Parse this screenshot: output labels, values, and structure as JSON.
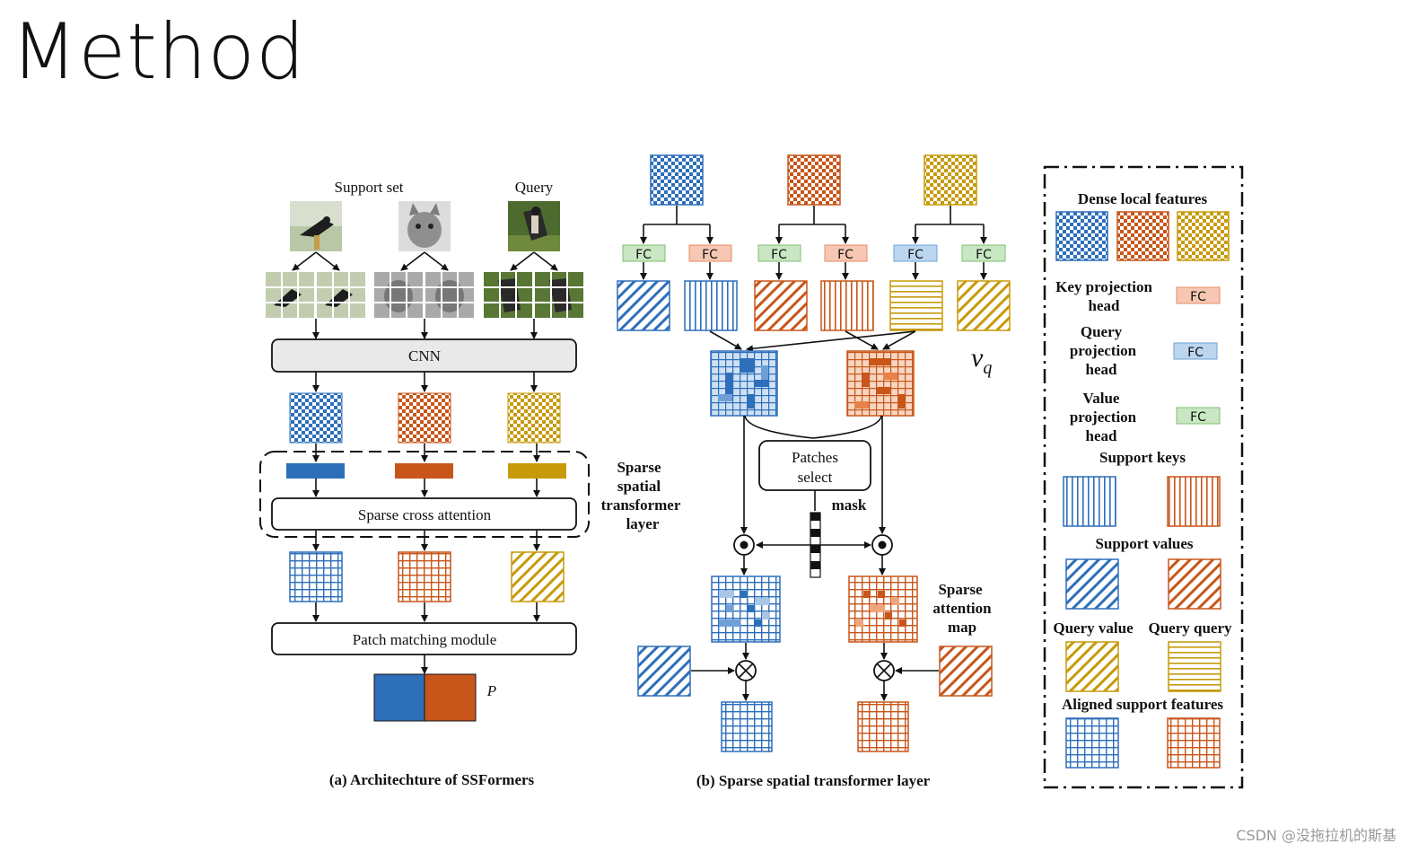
{
  "slide": {
    "title": "Method",
    "watermark": "CSDN @没拖拉机的斯基"
  },
  "colors": {
    "blue": "#2e6fba",
    "orange": "#c8561a",
    "gold": "#c79a0a",
    "fc_red": "#f7c7b3",
    "fc_blue": "#bcd6ef",
    "fc_green": "#c9e7c2"
  },
  "panel_a": {
    "support_set_label": "Support set",
    "query_label": "Query",
    "cnn_label": "CNN",
    "sparse_cross_attention_label": "Sparse cross attention",
    "sst_layer_label_1": "Sparse",
    "sst_layer_label_2": "spatial",
    "sst_layer_label_3": "transformer",
    "sst_layer_label_4": "layer",
    "patch_matching_label": "Patch matching module",
    "p_label": "P",
    "caption": "(a) Architechture of SSFormers"
  },
  "panel_b": {
    "fc_label": "FC",
    "patches_select_1": "Patches",
    "patches_select_2": "select",
    "mask_label": "mask",
    "vq_label": "v",
    "vq_sub": "q",
    "sparse_attention_1": "Sparse",
    "sparse_attention_2": "attention",
    "sparse_attention_3": "map",
    "caption": "(b) Sparse spatial transformer layer"
  },
  "legend": {
    "dense_local_features": "Dense local features",
    "key_projection_1": "Key projection",
    "key_projection_2": "head",
    "query_projection_1": "Query",
    "query_projection_2": "projection",
    "query_projection_3": "head",
    "value_projection_1": "Value",
    "value_projection_2": "projection",
    "value_projection_3": "head",
    "fc_label": "FC",
    "support_keys": "Support keys",
    "support_values": "Support values",
    "query_value": "Query value",
    "query_query": "Query query",
    "aligned_support_features": "Aligned support features"
  }
}
